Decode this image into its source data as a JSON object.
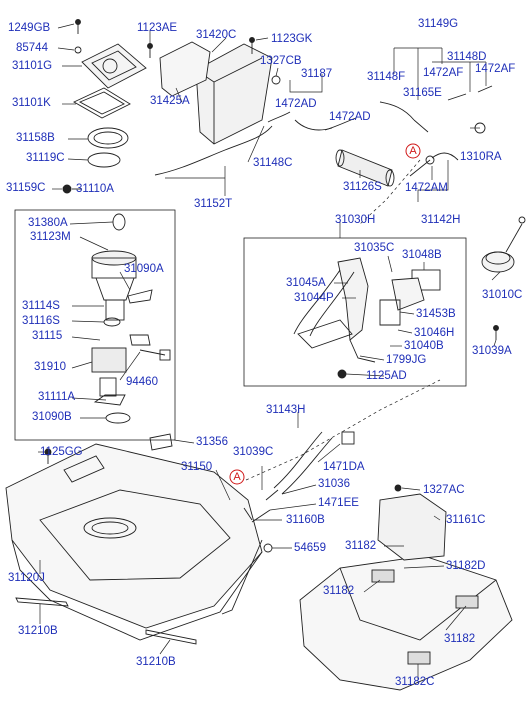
{
  "labels": {
    "p1249GB": "1249GB",
    "p85744": "85744",
    "p31101G": "31101G",
    "p31101K": "31101K",
    "p31158B": "31158B",
    "p31119C": "31119C",
    "p31159C": "31159C",
    "p31110A": "31110A",
    "p31380A": "31380A",
    "p31123M": "31123M",
    "p31090A": "31090A",
    "p31114S": "31114S",
    "p31116S": "31116S",
    "p31115": "31115",
    "p31910": "31910",
    "p94460": "94460",
    "p31111A": "31111A",
    "p31090B": "31090B",
    "p1123AE": "1123AE",
    "p31420C": "31420C",
    "p1123GK": "1123GK",
    "p31425A": "31425A",
    "p1327CB": "1327CB",
    "p31187": "31187",
    "p1472AD_a": "1472AD",
    "p1472AD_b": "1472AD",
    "p31148C": "31148C",
    "p31152T": "31152T",
    "p31126S": "31126S",
    "p31149G": "31149G",
    "p31148D": "31148D",
    "p31148F": "31148F",
    "p1472AF_a": "1472AF",
    "p1472AF_b": "1472AF",
    "p31165E": "31165E",
    "p1310RA": "1310RA",
    "p1472AM": "1472AM",
    "p31142H": "31142H",
    "p31030H": "31030H",
    "p31035C": "31035C",
    "p31048B": "31048B",
    "p31045A": "31045A",
    "p31044P": "31044P",
    "p31453B": "31453B",
    "p31046H": "31046H",
    "p31040B": "31040B",
    "p1799JG": "1799JG",
    "p1125AD": "1125AD",
    "p31010C": "31010C",
    "p31039A": "31039A",
    "p1125GG": "1125GG",
    "p31356": "31356",
    "p31143H": "31143H",
    "p31039C": "31039C",
    "p1471DA": "1471DA",
    "p31150": "31150",
    "p31036": "31036",
    "p1471EE": "1471EE",
    "p31160B": "31160B",
    "p54659": "54659",
    "p31120J": "31120J",
    "p31210B_a": "31210B",
    "p31210B_b": "31210B",
    "p1327AC": "1327AC",
    "p31161C": "31161C",
    "p31182_a": "31182",
    "p31182D": "31182D",
    "p31182_b": "31182",
    "p31182_c": "31182",
    "p31182C": "31182C"
  },
  "markers": {
    "ref_top": "A",
    "ref_bottom": "A"
  },
  "colors": {
    "label": "#1f2fb8",
    "line": "#222222",
    "marker": "#d01818"
  }
}
